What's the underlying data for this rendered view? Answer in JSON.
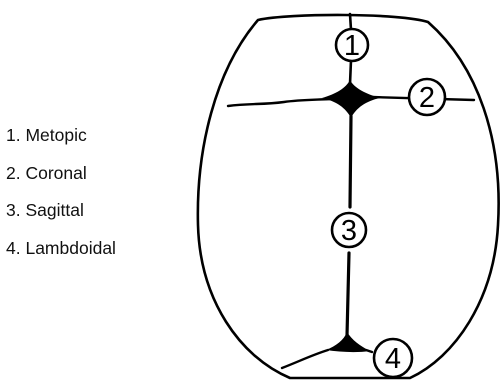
{
  "legend": {
    "items": [
      {
        "label": "1. Metopic"
      },
      {
        "label": "2. Coronal"
      },
      {
        "label": "3. Sagittal"
      },
      {
        "label": "4. Lambdoidal"
      }
    ]
  },
  "markers": {
    "metopic": "1",
    "coronal": "2",
    "sagittal": "3",
    "lambdoidal": "4"
  },
  "colors": {
    "ink": "#000000",
    "background": "#ffffff"
  }
}
